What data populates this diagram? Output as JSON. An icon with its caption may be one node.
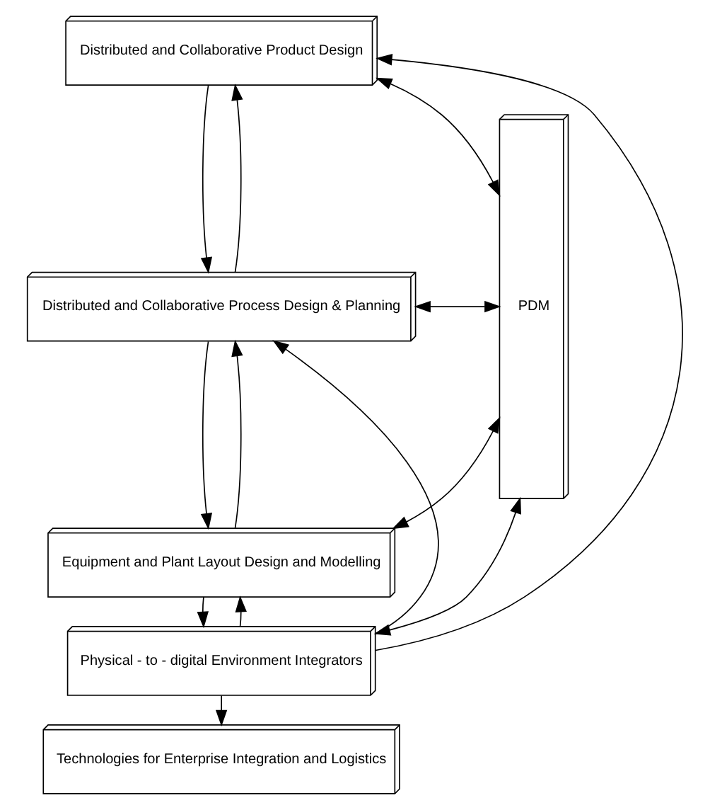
{
  "diagram": {
    "nodes": [
      {
        "text": [
          "Distributed and Collaborative Product Design"
        ]
      },
      {
        "text": [
          "Distributed and Collaborative Process Design & Planning"
        ]
      },
      {
        "text": [
          "Equipment and Plant Layout Design and Modelling"
        ]
      },
      {
        "text": [
          "Physical - to - digital Environment Integrators"
        ]
      },
      {
        "text": [
          "Technologies for Enterprise Integration and Logistics"
        ]
      },
      {
        "text": [
          "PDM"
        ]
      }
    ],
    "edges": [
      {
        "from": 0,
        "to": 1,
        "arrow": "to"
      },
      {
        "from": 1,
        "to": 0,
        "arrow": "to"
      },
      {
        "from": 1,
        "to": 2,
        "arrow": "to"
      },
      {
        "from": 2,
        "to": 1,
        "arrow": "to"
      },
      {
        "from": 2,
        "to": 3,
        "arrow": "to"
      },
      {
        "from": 3,
        "to": 4,
        "arrow": "to"
      },
      {
        "from": 3,
        "to": 0,
        "arrow": "to"
      },
      {
        "from": 3,
        "to": 1,
        "arrow": "to"
      },
      {
        "from": 3,
        "to": 2,
        "arrow": "to"
      },
      {
        "from": 0,
        "to": 5,
        "arrow": "both"
      },
      {
        "from": 1,
        "to": 5,
        "arrow": "both"
      },
      {
        "from": 2,
        "to": 5,
        "arrow": "both"
      },
      {
        "from": 3,
        "to": 5,
        "arrow": "both"
      }
    ]
  }
}
